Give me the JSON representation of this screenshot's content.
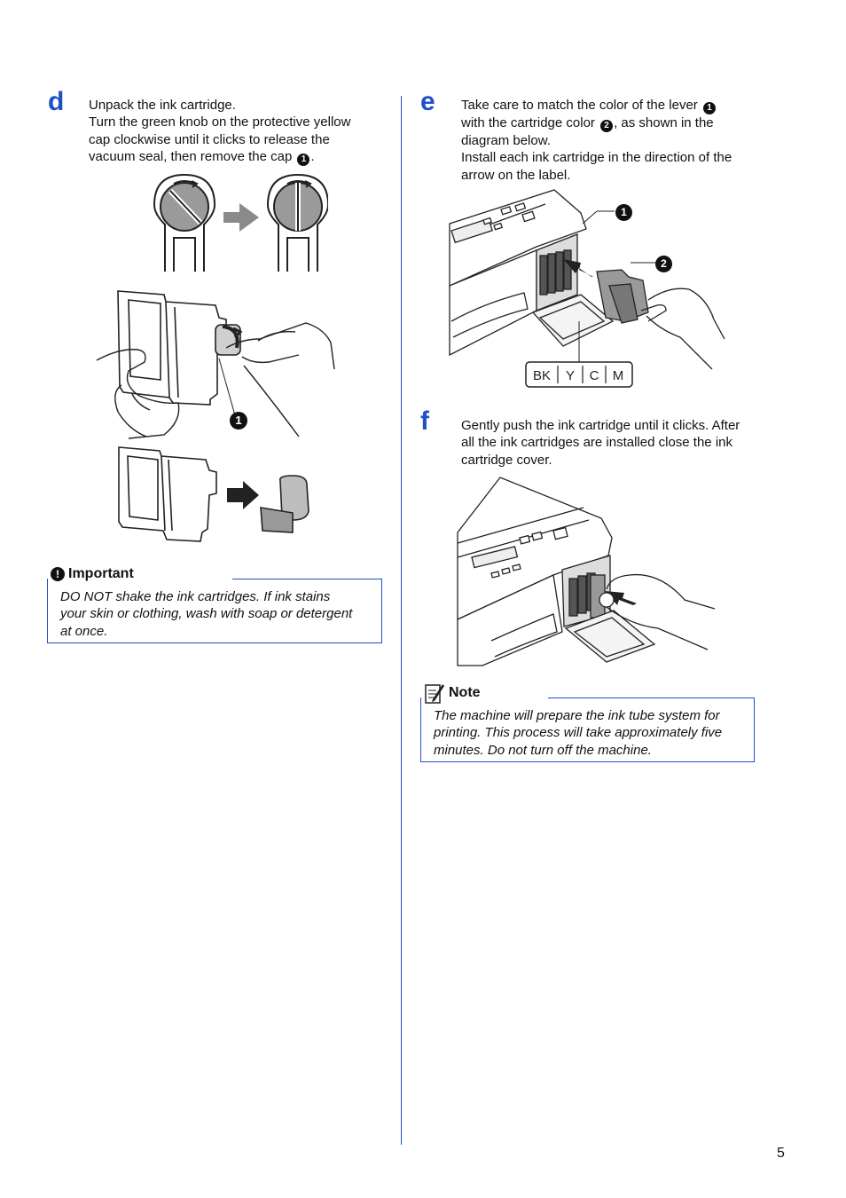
{
  "steps": {
    "d": {
      "letter": "d",
      "lines": [
        "Unpack the ink cartridge.",
        "Turn the green knob on the protective yellow",
        "cap clockwise until it clicks to release the",
        "vacuum seal, then remove the cap"
      ],
      "callout": "1",
      "tail": "."
    },
    "e": {
      "letter": "e",
      "line1_a": "Take care to match the color of the lever",
      "callout1": "1",
      "line2_a": "with the cartridge color",
      "callout2": "2",
      "line2_b": ", as shown in the",
      "line3": "diagram below.",
      "line4": "Install each ink cartridge in the direction of the",
      "line5": "arrow on the label."
    },
    "f": {
      "letter": "f",
      "lines": [
        "Gently push the ink cartridge until it clicks. After",
        "all the ink cartridges are installed close the ink",
        "cartridge cover."
      ]
    }
  },
  "figures": {
    "cap_callout": "1",
    "lever_callout": "1",
    "cartridge_callout": "2",
    "color_labels": [
      "BK",
      "Y",
      "C",
      "M"
    ]
  },
  "important": {
    "title": "Important",
    "lines": [
      "DO NOT shake the ink cartridges. If ink stains",
      "your skin or clothing, wash with soap or detergent",
      "at once."
    ]
  },
  "note": {
    "title": "Note",
    "lines": [
      "The machine will prepare the ink tube system for",
      "printing. This process will take approximately five",
      "minutes. Do not turn off the machine."
    ]
  },
  "page_number": "5",
  "colors": {
    "accent": "#1e50c8"
  }
}
